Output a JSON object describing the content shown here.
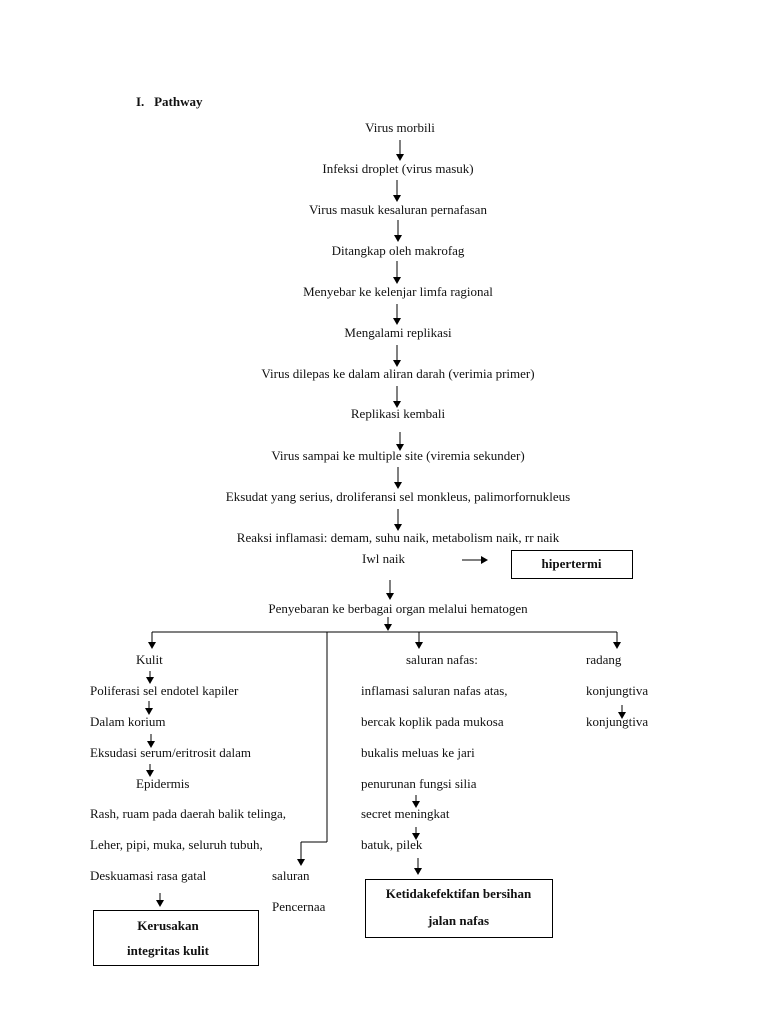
{
  "heading": {
    "number": "I.",
    "title": "Pathway"
  },
  "chain": [
    "Virus morbili",
    "Infeksi droplet (virus masuk)",
    "Virus masuk kesaluran pernafasan",
    "Ditangkap oleh makrofag",
    "Menyebar ke kelenjar limfa ragional",
    "Mengalami replikasi",
    "Virus dilepas ke dalam aliran darah (verimia primer)",
    "Replikasi kembali",
    "Virus sampai ke multiple site (viremia sekunder)",
    "Eksudat yang serius, droliferansi sel monkleus, palimorfornukleus",
    "Reaksi inflamasi: demam, suhu naik, metabolism naik, rr naik",
    "Iwl naik"
  ],
  "hipertermi_box": "hipertermi",
  "spread": "Penyebaran ke berbagai organ melalui hematogen",
  "kulit": {
    "title": "Kulit",
    "lines": [
      "Poliferasi sel endotel kapiler",
      "Dalam korium",
      "Eksudasi serum/eritrosit dalam",
      "Epidermis",
      "Rash, ruam pada daerah balik telinga,",
      "Leher, pipi, muka, seluruh tubuh,",
      "Deskuamasi rasa gatal"
    ],
    "box": [
      "Kerusakan",
      "integritas kulit"
    ]
  },
  "pencernaan": [
    "saluran",
    "Pencernaa"
  ],
  "nafas": {
    "title": "saluran nafas:",
    "lines": [
      "inflamasi saluran nafas atas,",
      "bercak koplik pada mukosa",
      "bukalis meluas ke jari",
      "penurunan fungsi silia",
      "secret meningkat",
      "batuk, pilek"
    ],
    "box": [
      "Ketidakefektifan bersihan",
      "jalan nafas"
    ]
  },
  "konjungtiva": {
    "lines": [
      "radang",
      "konjungtiva",
      "konjungtiva"
    ]
  }
}
